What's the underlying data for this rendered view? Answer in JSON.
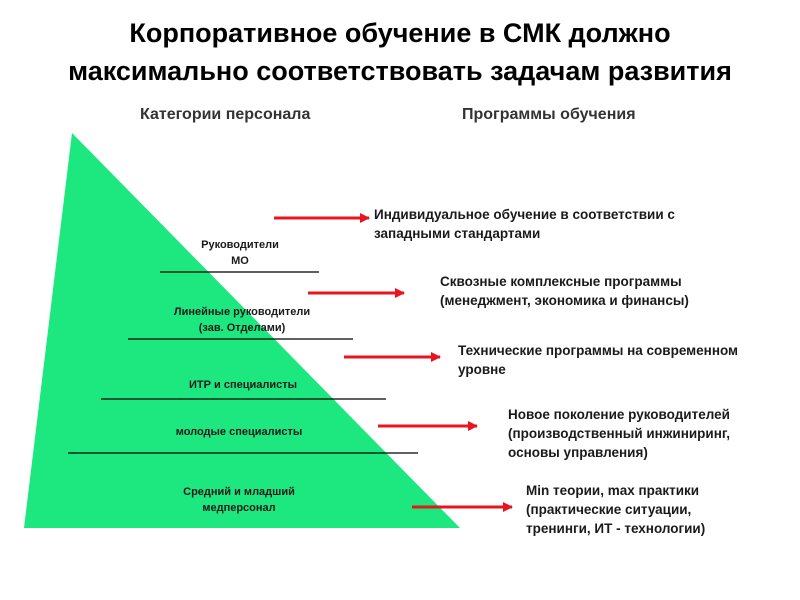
{
  "title": {
    "line1": "Корпоративное обучение в СМК  должно",
    "line2": "максимально соответствовать задачам развития"
  },
  "headers": {
    "categories": "Категории персонала",
    "programs": "Программы обучения"
  },
  "colors": {
    "pyramid": "#1ce87f",
    "arrow": "#e8141e",
    "divider": "#000000"
  },
  "categories": [
    {
      "line1": "Руководители",
      "line2": "МО"
    },
    {
      "line1": "Линейные руководители",
      "line2": "(зав. Отделами)"
    },
    {
      "line1": "ИТР и специалисты",
      "line2": ""
    },
    {
      "line1": "молодые специалисты",
      "line2": ""
    },
    {
      "line1": "Средний и младший",
      "line2": "медперсонал"
    }
  ],
  "programs": [
    {
      "line1": "Индивидуальное обучение в соответствии с",
      "line2": "западными стандартами",
      "line3": ""
    },
    {
      "line1": "Сквозные комплексные программы",
      "line2": "(менеджмент, экономика и финансы)",
      "line3": ""
    },
    {
      "line1": "Технические программы на современном",
      "line2": "уровне",
      "line3": ""
    },
    {
      "line1": "Новое поколение руководителей",
      "line2": "(производственный инжиниринг,",
      "line3": "основы управления)"
    },
    {
      "line1": "Min теории, max практики",
      "line2": "(практические ситуации,",
      "line3": "тренинги,  ИТ - технологии)"
    }
  ]
}
